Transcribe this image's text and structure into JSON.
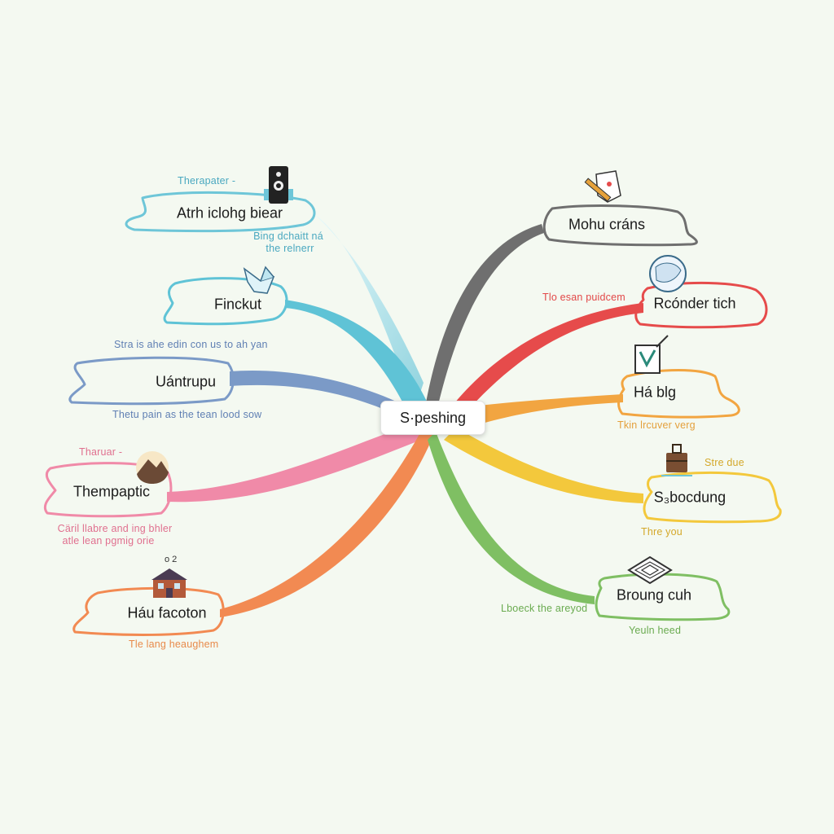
{
  "center": {
    "label": "S·peshing"
  },
  "branches": [
    {
      "id": "b1",
      "label": "Atrh iclohg biear",
      "notes": [
        "Therapater -",
        "Bing dchaitt ná",
        "the relnerr"
      ],
      "color": "#6ec6d8",
      "icon": "speaker-icon"
    },
    {
      "id": "b2",
      "label": "Finckut",
      "notes": [],
      "color": "#5fc3d6",
      "icon": "paper-crane-icon"
    },
    {
      "id": "b3",
      "label": "Uántrupu",
      "notes": [
        "Stra is ahe edin con us to ah yan",
        "Thetu pain as the tean lood sow"
      ],
      "color": "#7b9ac7",
      "icon": ""
    },
    {
      "id": "b4",
      "label": "Thempaptic",
      "notes": [
        "Tharuar -",
        "Cäril llabre and ing bhler",
        "atle lean pgmig orie"
      ],
      "color": "#f08aa8",
      "icon": "mountain-badge-icon"
    },
    {
      "id": "b5",
      "label": "Háu facoton",
      "notes": [
        "Tle lang heaughem"
      ],
      "color": "#f28a52",
      "icon": "house-icon"
    },
    {
      "id": "b6",
      "label": "Mohu cráns",
      "notes": [],
      "color": "#6f6f6f",
      "icon": "pencil-cup-icon"
    },
    {
      "id": "b7",
      "label": "Rcónder tich",
      "notes": [
        "Tlo esan puidcem"
      ],
      "color": "#e64b4b",
      "icon": "globe-icon"
    },
    {
      "id": "b8",
      "label": "Há blg",
      "notes": [
        "Tkin lrcuver verg"
      ],
      "color": "#f2a541",
      "icon": "easel-icon"
    },
    {
      "id": "b9",
      "label": "S₃bocdung",
      "notes": [
        "Stre due",
        "Thre you"
      ],
      "color": "#f3c83c",
      "icon": "suitcase-icon"
    },
    {
      "id": "b10",
      "label": "Broung cuh",
      "notes": [
        "Lboeck the areyod",
        "Yeuln heed"
      ],
      "color": "#7fbf63",
      "icon": "layers-icon"
    }
  ]
}
